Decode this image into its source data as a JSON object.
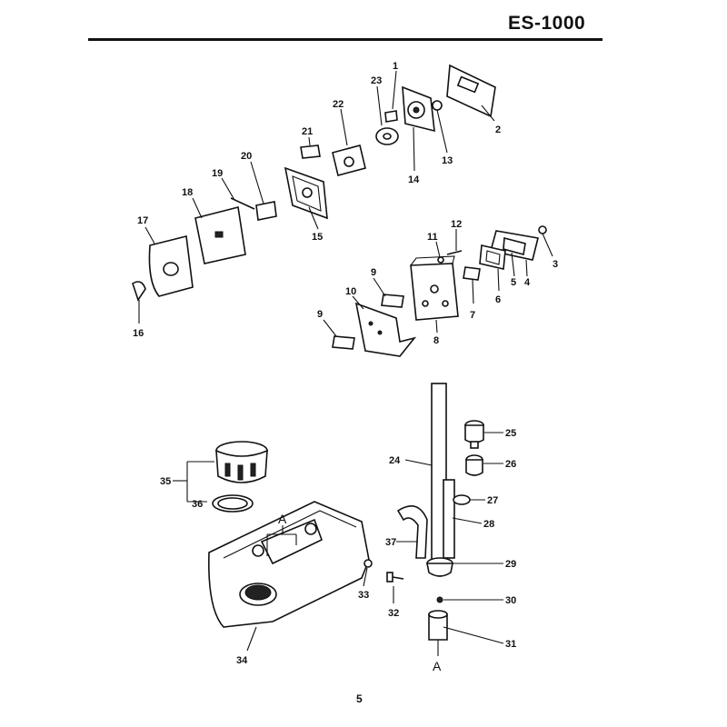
{
  "header": {
    "model": "ES-1000"
  },
  "footer": {
    "page_number": "5"
  },
  "callouts": {
    "n1": "1",
    "n2": "2",
    "n3": "3",
    "n4": "4",
    "n5": "5",
    "n6": "6",
    "n7": "7",
    "n8": "8",
    "n9a": "9",
    "n9b": "9",
    "n10": "10",
    "n11": "11",
    "n12": "12",
    "n13": "13",
    "n14": "14",
    "n15": "15",
    "n16": "16",
    "n17": "17",
    "n18": "18",
    "n19": "19",
    "n20": "20",
    "n21": "21",
    "n22": "22",
    "n23": "23",
    "n24": "24",
    "n25": "25",
    "n26": "26",
    "n27": "27",
    "n28": "28",
    "n29": "29",
    "n30": "30",
    "n31": "31",
    "n32": "32",
    "n33": "33",
    "n34": "34",
    "n35": "35",
    "n36": "36",
    "n37": "37",
    "refA1": "A",
    "refA2": "A"
  }
}
